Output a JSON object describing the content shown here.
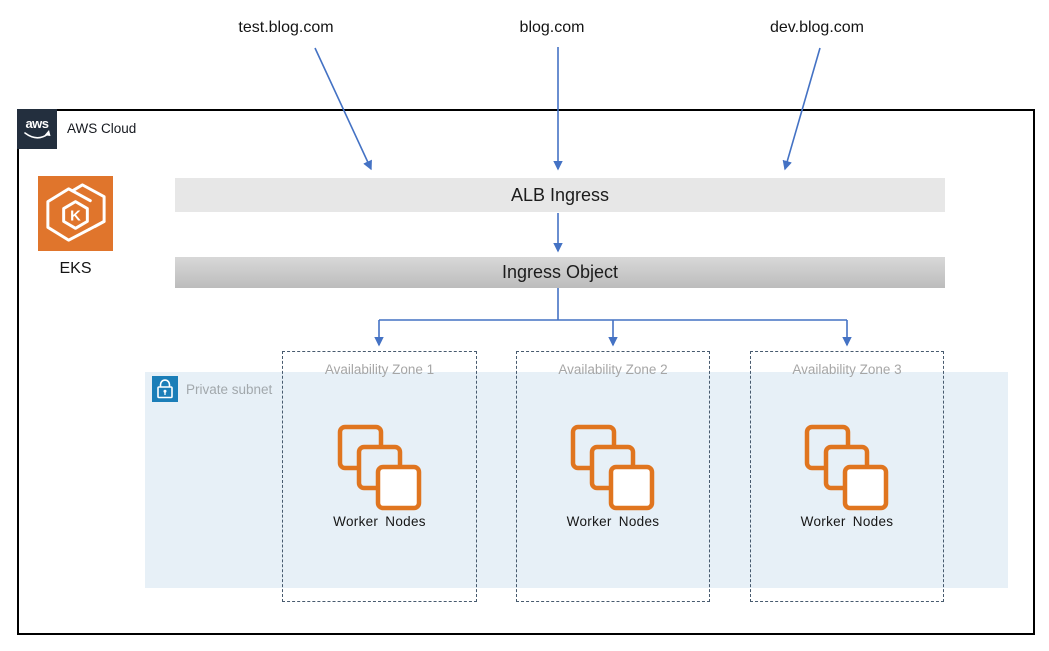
{
  "domains": {
    "test": {
      "label": "test.blog.com"
    },
    "main": {
      "label": "blog.com"
    },
    "dev": {
      "label": "dev.blog.com"
    }
  },
  "aws_cloud": {
    "logo_text": "aws",
    "label": "AWS Cloud"
  },
  "eks": {
    "glyph_letter": "K",
    "label": "EKS"
  },
  "bars": {
    "alb": {
      "label": "ALB Ingress"
    },
    "ingress": {
      "label": "Ingress Object"
    }
  },
  "subnet": {
    "label": "Private subnet"
  },
  "zones": [
    {
      "label": "Availability Zone 1",
      "workers": "Worker Nodes"
    },
    {
      "label": "Availability Zone 2",
      "workers": "Worker Nodes"
    },
    {
      "label": "Availability Zone 3",
      "workers": "Worker Nodes"
    }
  ],
  "colors": {
    "arrow_blue": "#4472c4",
    "aws_navy": "#232f3e",
    "eks_orange": "#e0752c",
    "worker_node_orange": "#e0751f",
    "subnet_background": "#e7f0f7",
    "lock_blue": "#1b7eb8",
    "alb_bar_gray": "#e7e7e7",
    "ingress_bar_gradient_top": "#d8d8d8",
    "ingress_bar_gradient_bottom": "#bcbcbc",
    "muted_label_gray": "#a6a6a6",
    "dashed_border_slate": "#475a6e"
  }
}
